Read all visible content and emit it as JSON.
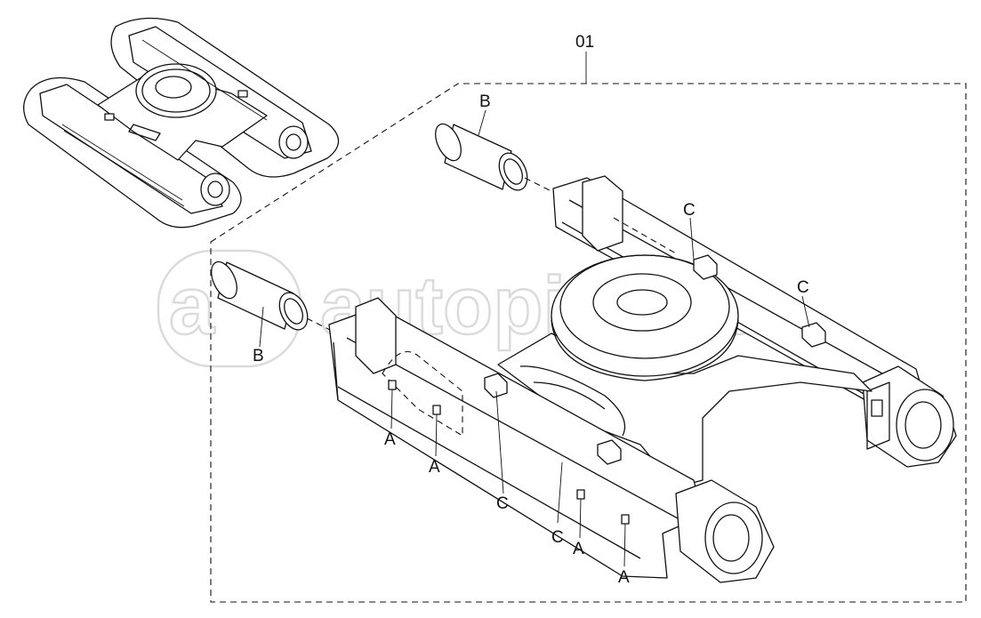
{
  "watermark": "autopiter.ru",
  "callouts": {
    "assembly": "01",
    "part_b": "B",
    "part_c": "C",
    "part_a": "A"
  }
}
